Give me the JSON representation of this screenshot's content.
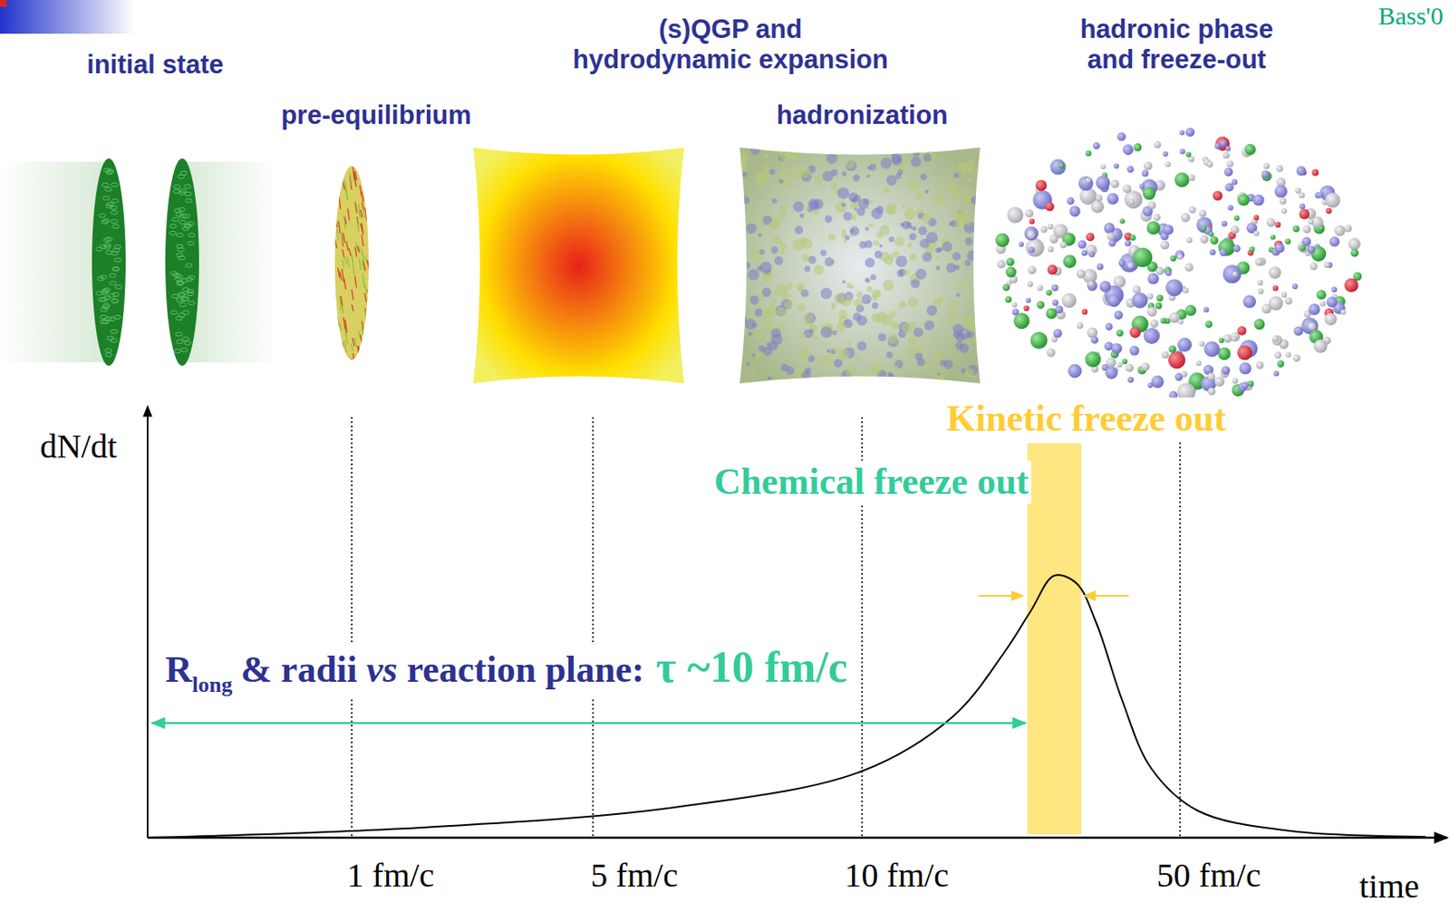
{
  "diagram": {
    "labels": [
      "(s)QGP and hydrodynamic expansion",
      "hadronic phase and freeze-out",
      "Bass'0",
      "initial state",
      "pre-equilibrium",
      "hadronization",
      "Kinetic freeze out",
      "dN/dt",
      "Chemical freeze out",
      "R",
      "long",
      "& radii",
      "vs",
      "reaction plane:",
      "τ ~10 fm/c",
      "1 fm/c",
      "5 fm/c",
      "10 fm/c",
      "50 fm/c",
      "time"
    ]
  }
}
